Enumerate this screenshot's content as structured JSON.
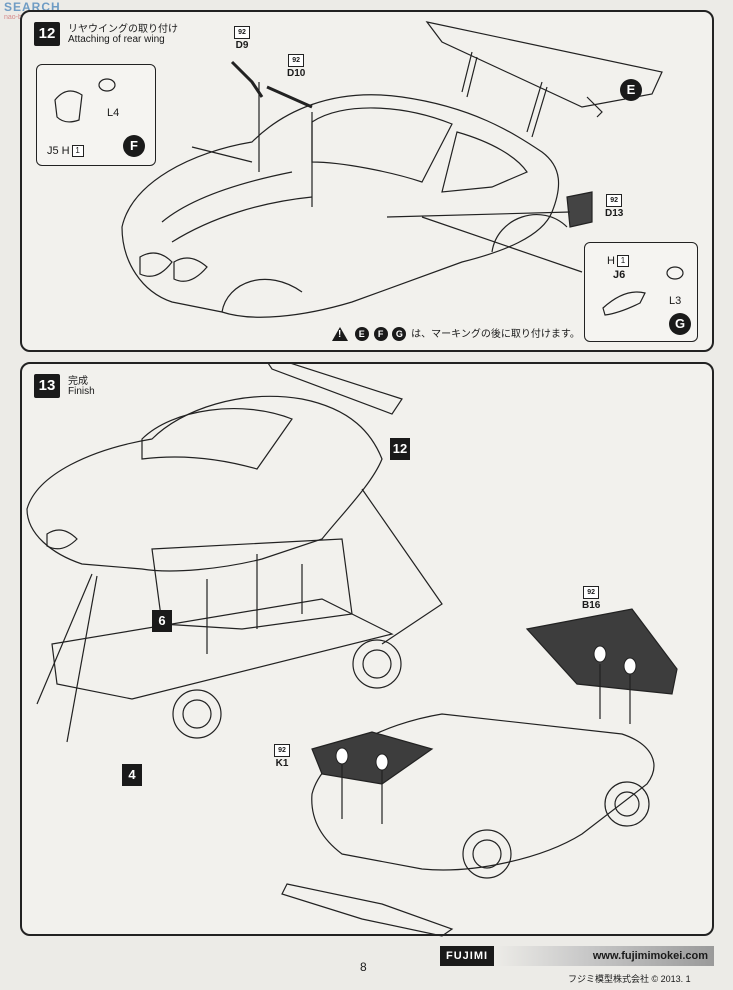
{
  "watermark": {
    "brand": "SEARCH",
    "sub": "nao-bhh.com"
  },
  "step12": {
    "number": "12",
    "title_jp": "リヤウイングの取り付け",
    "title_en": "Attaching of rear wing",
    "parts": [
      {
        "num": "92",
        "code": "D9"
      },
      {
        "num": "92",
        "code": "D10"
      },
      {
        "num": "92",
        "code": "D13"
      }
    ],
    "inset_f": {
      "l4": "L4",
      "j5": "J5 H",
      "j5_box": "1",
      "tag": "F"
    },
    "inset_g": {
      "h": "H",
      "h_box": "1",
      "j6": "J6",
      "l3": "L3",
      "tag": "G"
    },
    "ref_e": "E",
    "notice": {
      "tags": [
        "E",
        "F",
        "G"
      ],
      "text": "は、マーキングの後に取り付けます。"
    }
  },
  "step13": {
    "number": "13",
    "title_jp": "完成",
    "title_en": "Finish",
    "ref12": "12",
    "ref6": "6",
    "ref4": "4",
    "parts": [
      {
        "num": "92",
        "code": "B16"
      },
      {
        "num": "92",
        "code": "K1"
      }
    ]
  },
  "footer": {
    "brand": "FUJIMI",
    "url": "www.fujimimokei.com",
    "page": "8",
    "copyright": "フジミ模型株式会社 © 2013. 1"
  }
}
